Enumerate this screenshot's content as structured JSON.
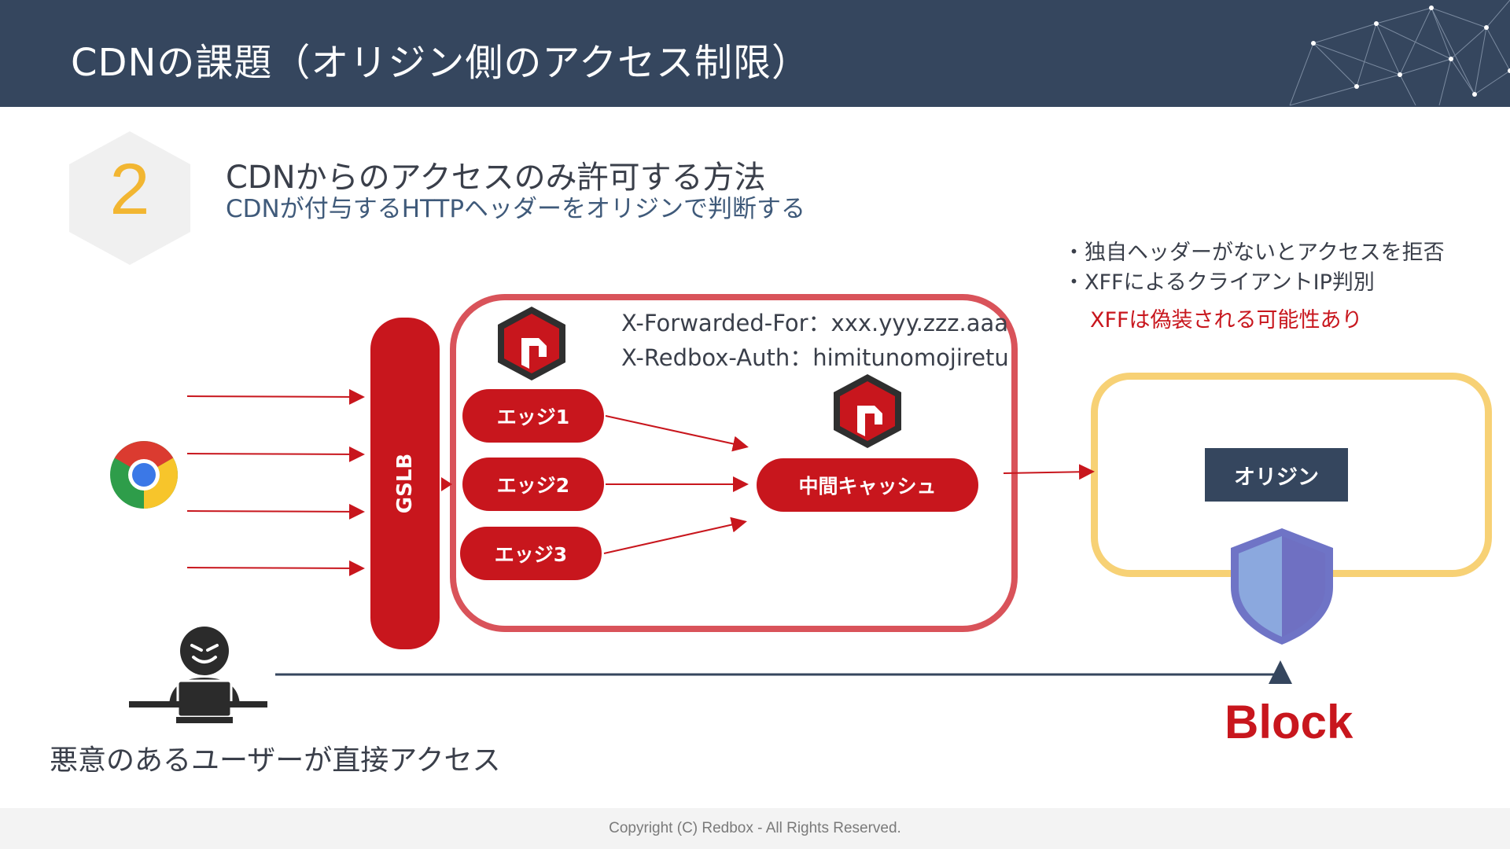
{
  "header": {
    "title": "CDNの課題（オリジン側のアクセス制限）"
  },
  "step": {
    "number": "2",
    "title": "CDNからのアクセスのみ許可する方法",
    "description": "CDNが付与するHTTPヘッダーをオリジンで判断する"
  },
  "notes": {
    "items": [
      "・独自ヘッダーがないとアクセスを拒否",
      "・XFFによるクライアントIP判別"
    ],
    "warning": "XFFは偽装される可能性あり"
  },
  "headers": {
    "xff": "X-Forwarded-For：xxx.yyy.zzz.aaa",
    "auth": "X-Redbox-Auth：himitunomojiretu"
  },
  "diagram": {
    "gslb": "GSLB",
    "edges": [
      "エッジ1",
      "エッジ2",
      "エッジ3"
    ],
    "mid_cache": "中間キャッシュ",
    "origin": "オリジン",
    "block": "Block",
    "attacker_caption": "悪意のあるユーザーが直接アクセス"
  },
  "colors": {
    "accent_red": "#c8161d",
    "header_navy": "#35465e",
    "origin_yellow": "#f7d175",
    "number_yellow": "#f2b632",
    "shield_blue": "#7b8fd1"
  },
  "icons": [
    "network-graph-icon",
    "hexagon-icon",
    "chrome-icon",
    "redbox-logo-icon",
    "shield-icon",
    "hacker-icon"
  ],
  "footer": {
    "copyright": "Copyright (C) Redbox - All Rights Reserved."
  }
}
